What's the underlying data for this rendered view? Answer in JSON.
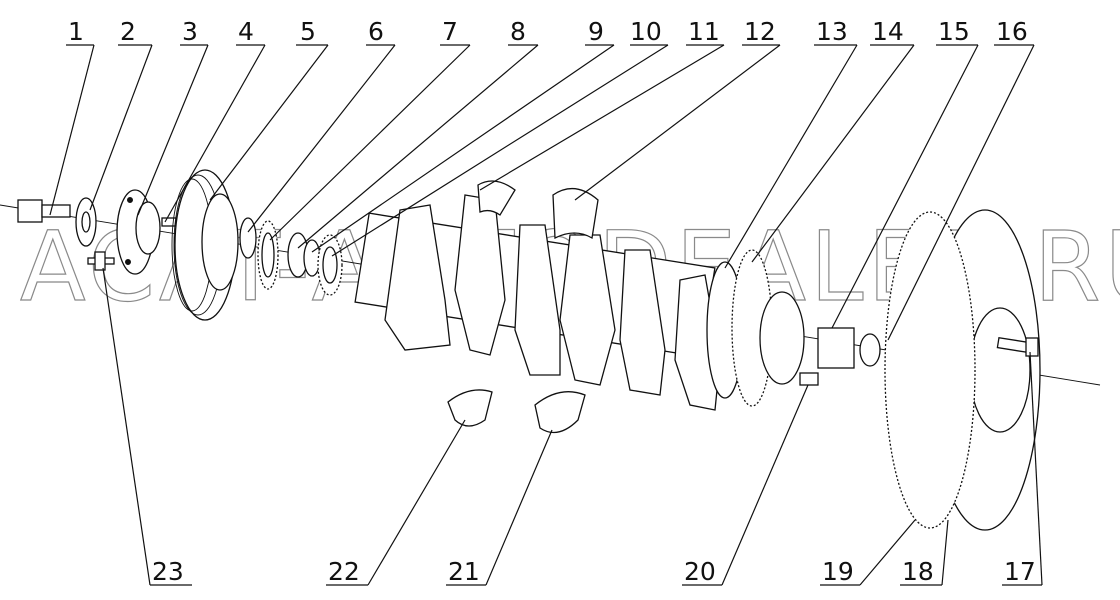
{
  "watermark": "ACAT-AUTODEALER.RU",
  "callouts": [
    "1",
    "2",
    "3",
    "4",
    "5",
    "6",
    "7",
    "8",
    "9",
    "10",
    "11",
    "12",
    "13",
    "14",
    "15",
    "16",
    "23",
    "22",
    "21",
    "20",
    "19",
    "18",
    "17"
  ],
  "colors": {
    "ink": "#111111",
    "watermark": "#8a8a8a",
    "background": "#ffffff"
  }
}
